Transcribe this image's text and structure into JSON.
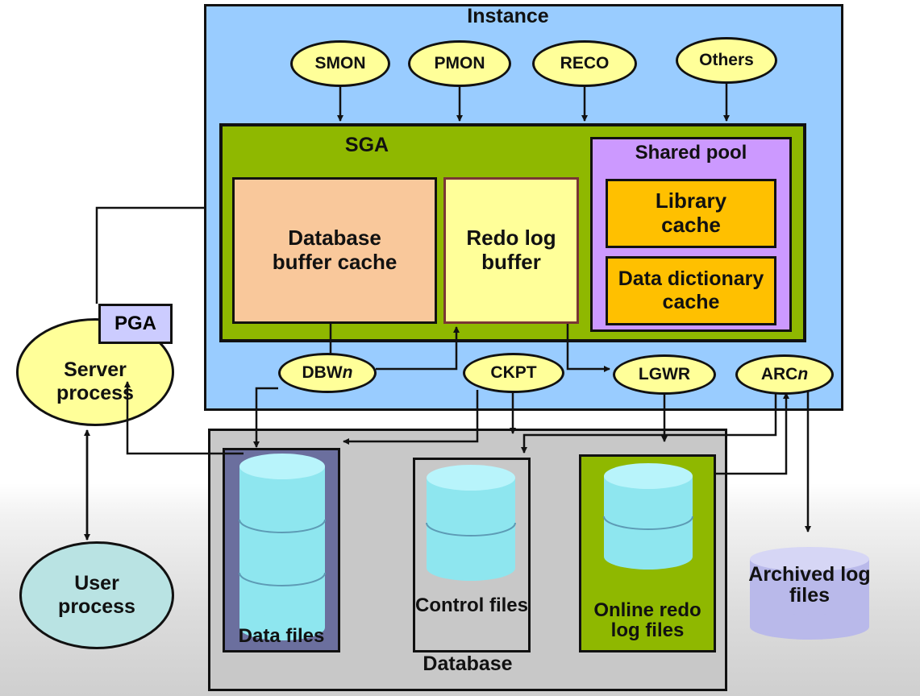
{
  "instance": {
    "title": "Instance"
  },
  "background_processes": {
    "smon": "SMON",
    "pmon": "PMON",
    "reco": "RECO",
    "others": "Others"
  },
  "sga": {
    "title": "SGA",
    "buffer_cache": "Database buffer cache",
    "redo_buffer": "Redo log buffer",
    "shared_pool": {
      "title": "Shared pool",
      "library_cache": "Library cache",
      "dictionary_cache": "Data dictionary cache"
    }
  },
  "processes": {
    "dbwn": {
      "base": "DBW",
      "suffix": "n"
    },
    "ckpt": "CKPT",
    "lgwr": "LGWR",
    "arcn": {
      "base": "ARC",
      "suffix": "n"
    }
  },
  "client": {
    "pga": "PGA",
    "server_process": "Server process",
    "user_process": "User process"
  },
  "database": {
    "title": "Database",
    "data_files": "Data files",
    "control_files": "Control files",
    "redo_log_files": "Online redo log files"
  },
  "archived": "Archived log files",
  "colors": {
    "instance": "#99ccff",
    "sga": "#8fb800",
    "buffer_cache": "#f9c89b",
    "redo_buffer": "#ffff99",
    "shared_pool": "#cc99ff",
    "cache": "#ffc000",
    "process": "#ffff99",
    "database": "#c8c8c8",
    "cylinder": "#8ee6ef",
    "archived": "#b9b9ea",
    "user_process": "#b9e3e3"
  }
}
